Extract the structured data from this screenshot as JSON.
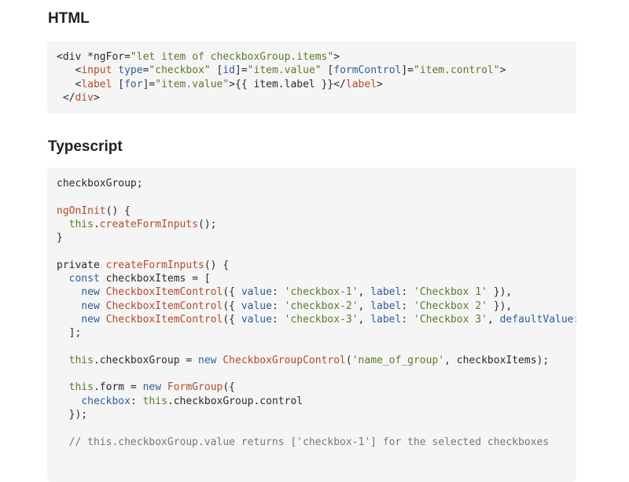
{
  "sections": [
    {
      "heading": "HTML",
      "lines": [
        [
          [
            "<div *ngFor=",
            "p"
          ],
          [
            "\"let item of checkboxGroup.items\"",
            "s"
          ],
          [
            ">",
            "p"
          ]
        ],
        [
          [
            "   <",
            "p"
          ],
          [
            "input",
            "c"
          ],
          [
            " ",
            "p"
          ],
          [
            "type",
            "k"
          ],
          [
            "=",
            "p"
          ],
          [
            "\"checkbox\"",
            "s"
          ],
          [
            " [",
            "p"
          ],
          [
            "id",
            "k"
          ],
          [
            "]=",
            "p"
          ],
          [
            "\"item.value\"",
            "s"
          ],
          [
            " [",
            "p"
          ],
          [
            "formControl",
            "k"
          ],
          [
            "]=",
            "p"
          ],
          [
            "\"item.control\"",
            "s"
          ],
          [
            ">",
            "p"
          ]
        ],
        [
          [
            "   <",
            "p"
          ],
          [
            "label",
            "c"
          ],
          [
            " [",
            "p"
          ],
          [
            "for",
            "k"
          ],
          [
            "]=",
            "p"
          ],
          [
            "\"item.value\"",
            "s"
          ],
          [
            ">{{ item.label }}</",
            "p"
          ],
          [
            "label",
            "c"
          ],
          [
            ">",
            "p"
          ]
        ],
        [
          [
            " </",
            "p"
          ],
          [
            "div",
            "c"
          ],
          [
            ">",
            "p"
          ]
        ]
      ]
    },
    {
      "heading": "Typescript",
      "lines": [
        [
          [
            "checkboxGroup;",
            "p"
          ]
        ],
        [],
        [
          [
            "ngOnInit",
            "c"
          ],
          [
            "() {",
            "p"
          ]
        ],
        [
          [
            "  ",
            "p"
          ],
          [
            "this",
            "s"
          ],
          [
            ".",
            "p"
          ],
          [
            "createFormInputs",
            "c"
          ],
          [
            "();",
            "p"
          ]
        ],
        [
          [
            "}",
            "p"
          ]
        ],
        [],
        [
          [
            "private ",
            "p"
          ],
          [
            "createFormInputs",
            "c"
          ],
          [
            "() {",
            "p"
          ]
        ],
        [
          [
            "  ",
            "p"
          ],
          [
            "const",
            "k"
          ],
          [
            " checkboxItems = [",
            "p"
          ]
        ],
        [
          [
            "    ",
            "p"
          ],
          [
            "new",
            "k"
          ],
          [
            " ",
            "p"
          ],
          [
            "CheckboxItemControl",
            "c"
          ],
          [
            "({ ",
            "p"
          ],
          [
            "value",
            "k"
          ],
          [
            ": ",
            "p"
          ],
          [
            "'checkbox-1'",
            "s"
          ],
          [
            ", ",
            "p"
          ],
          [
            "label",
            "k"
          ],
          [
            ": ",
            "p"
          ],
          [
            "'Checkbox 1'",
            "s"
          ],
          [
            " }),",
            "p"
          ]
        ],
        [
          [
            "    ",
            "p"
          ],
          [
            "new",
            "k"
          ],
          [
            " ",
            "p"
          ],
          [
            "CheckboxItemControl",
            "c"
          ],
          [
            "({ ",
            "p"
          ],
          [
            "value",
            "k"
          ],
          [
            ": ",
            "p"
          ],
          [
            "'checkbox-2'",
            "s"
          ],
          [
            ", ",
            "p"
          ],
          [
            "label",
            "k"
          ],
          [
            ": ",
            "p"
          ],
          [
            "'Checkbox 2'",
            "s"
          ],
          [
            " }),",
            "p"
          ]
        ],
        [
          [
            "    ",
            "p"
          ],
          [
            "new",
            "k"
          ],
          [
            " ",
            "p"
          ],
          [
            "CheckboxItemControl",
            "c"
          ],
          [
            "({ ",
            "p"
          ],
          [
            "value",
            "k"
          ],
          [
            ": ",
            "p"
          ],
          [
            "'checkbox-3'",
            "s"
          ],
          [
            ", ",
            "p"
          ],
          [
            "label",
            "k"
          ],
          [
            ": ",
            "p"
          ],
          [
            "'Checkbox 3'",
            "s"
          ],
          [
            ", ",
            "p"
          ],
          [
            "defaultValue",
            "k"
          ],
          [
            ": ",
            "p"
          ],
          [
            "true",
            "k"
          ],
          [
            " })",
            "p"
          ]
        ],
        [
          [
            "  ];",
            "p"
          ]
        ],
        [],
        [
          [
            "  ",
            "p"
          ],
          [
            "this",
            "s"
          ],
          [
            ".checkboxGroup = ",
            "p"
          ],
          [
            "new",
            "k"
          ],
          [
            " ",
            "p"
          ],
          [
            "CheckboxGroupControl",
            "c"
          ],
          [
            "(",
            "p"
          ],
          [
            "'name_of_group'",
            "s"
          ],
          [
            ", checkboxItems);",
            "p"
          ]
        ],
        [],
        [
          [
            "  ",
            "p"
          ],
          [
            "this",
            "s"
          ],
          [
            ".form = ",
            "p"
          ],
          [
            "new",
            "k"
          ],
          [
            " ",
            "p"
          ],
          [
            "FormGroup",
            "c"
          ],
          [
            "({",
            "p"
          ]
        ],
        [
          [
            "    ",
            "p"
          ],
          [
            "checkbox",
            "k"
          ],
          [
            ": ",
            "p"
          ],
          [
            "this",
            "s"
          ],
          [
            ".checkboxGroup.control",
            "p"
          ]
        ],
        [
          [
            "  });",
            "p"
          ]
        ],
        [],
        [
          [
            "  // this.checkboxGroup.value returns ['checkbox-1'] for the selected checkboxes",
            "m"
          ]
        ]
      ]
    }
  ]
}
